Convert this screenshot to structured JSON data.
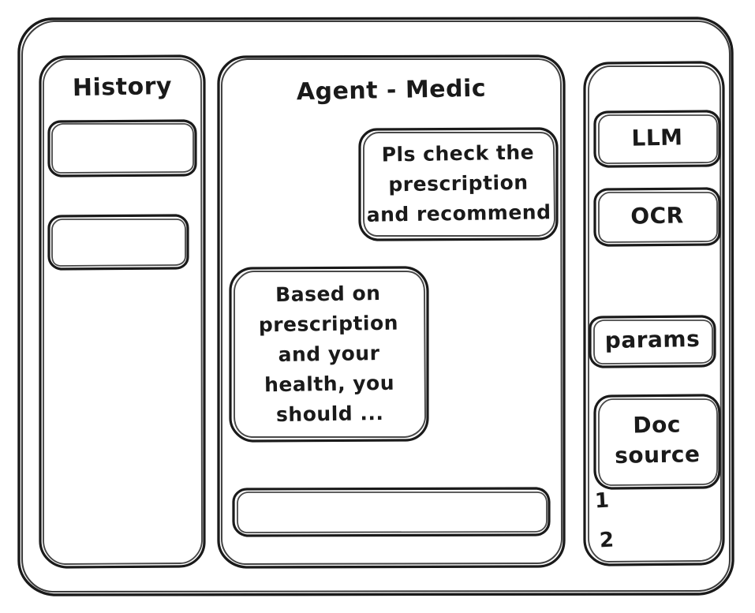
{
  "window": {
    "name": "agent-app-window"
  },
  "history": {
    "title": "History",
    "items": [
      {
        "label": ""
      },
      {
        "label": ""
      }
    ]
  },
  "chat": {
    "title": "Agent - Medic",
    "messages": [
      {
        "role": "user",
        "text": "Pls check the prescription and recommend"
      },
      {
        "role": "assistant",
        "text": "Based on prescription and your health, you should ..."
      }
    ],
    "composer": {
      "value": "",
      "placeholder": ""
    }
  },
  "tools": {
    "chips": [
      {
        "label": "LLM"
      },
      {
        "label": "OCR"
      },
      {
        "label": "params"
      },
      {
        "label": "Doc source"
      }
    ],
    "doc_sources": [
      {
        "label": "1"
      },
      {
        "label": "2"
      }
    ]
  },
  "style": {
    "ink": "#1a1a1a",
    "background": "#ffffff"
  }
}
